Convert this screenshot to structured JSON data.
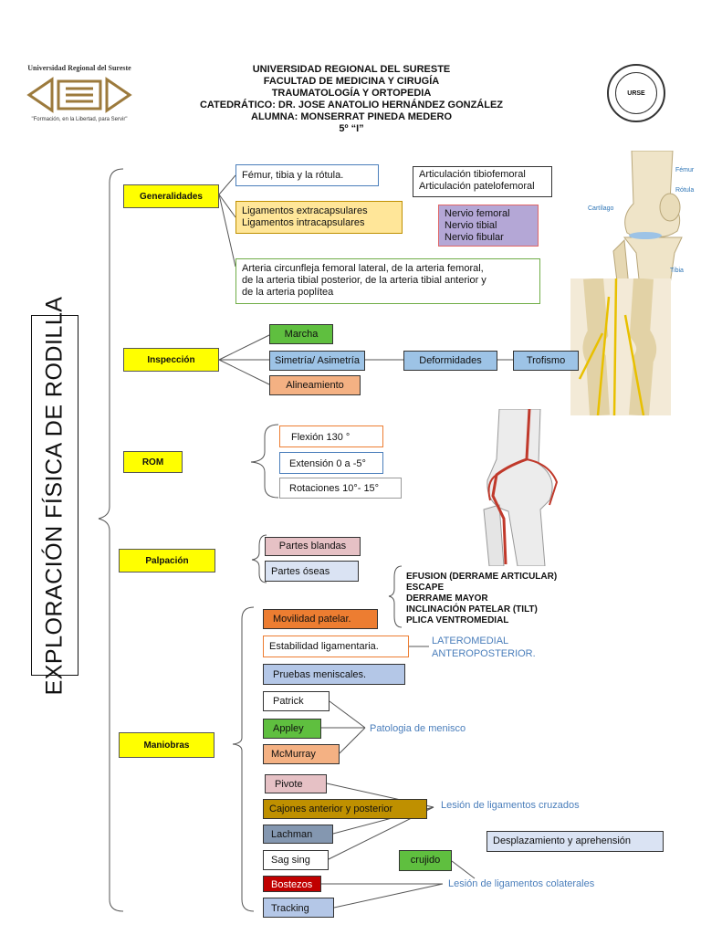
{
  "header": {
    "lines": [
      "UNIVERSIDAD REGIONAL DEL SURESTE",
      "FACULTAD DE MEDICINA Y CIRUGÍA",
      "TRAUMATOLOGÍA Y ORTOPEDIA",
      "CATEDRÁTICO: DR. JOSE ANATOLIO HERNÁNDEZ GONZÁLEZ",
      "ALUMNA: MONSERRAT PINEDA MEDERO",
      "5º “I”"
    ],
    "logo_left_name": "Universidad Regional del Sureste",
    "logo_left_motto": "\"Formación, en la Libertad, para Servir\"",
    "logo_right_text": "URSE"
  },
  "title": "EXPLORACIÓN FÍSICA DE RODILLA",
  "sections": {
    "generalidades": "Generalidades",
    "inspeccion": "Inspección",
    "rom": "ROM",
    "palpacion": "Palpación",
    "maniobras": "Maniobras"
  },
  "generalidades": {
    "bones": "Fémur, tibia y la rótula.",
    "joints": [
      "Articulación tibiofemoral",
      "Articulación patelofemoral"
    ],
    "ligaments": [
      "Ligamentos extracapsulares",
      "Ligamentos intracapsulares"
    ],
    "nerves": [
      "Nervio femoral",
      "Nervio tibial",
      "Nervio fibular"
    ],
    "arteries": [
      "Arteria circunfleja femoral lateral, de la arteria femoral,",
      "de la arteria tibial posterior, de la arteria tibial anterior y",
      "de la arteria poplítea"
    ]
  },
  "inspeccion": {
    "marcha": "Marcha",
    "simetria": "Simetría/ Asimetría",
    "deformidades": "Deformidades",
    "trofismo": "Trofismo",
    "alineamiento": "Alineamiento"
  },
  "rom": {
    "flexion": "Flexión 130 °",
    "extension": "Extensión 0 a -5°",
    "rotaciones": "Rotaciones 10°- 15°"
  },
  "palpacion": {
    "blandas": "Partes blandas",
    "oseas": "Partes óseas",
    "findings": [
      "EFUSION (DERRAME ARTICULAR)",
      "ESCAPE",
      "DERRAME MAYOR",
      "INCLINACIÓN PATELAR (TILT)",
      "PLICA VENTROMEDIAL"
    ]
  },
  "maniobras": {
    "movilidad": "Movilidad patelar.",
    "estabilidad": "Estabilidad ligamentaria.",
    "estabilidad_note": [
      "LATEROMEDIAL",
      "ANTEROPOSTERIOR."
    ],
    "meniscales": "Pruebas meniscales.",
    "patrick": "Patrick",
    "appley": "Appley",
    "mcmurray": "McMurray",
    "menisco_note": "Patologia de menisco",
    "pivote": "Pivote",
    "cajones": "Cajones anterior y posterior",
    "cruzados_note": "Lesión de ligamentos cruzados",
    "lachman": "Lachman",
    "sagsing": "Sag sing",
    "crujido": "crujido",
    "bostezos": "Bostezos",
    "colaterales_note": "Lesión de ligamentos colaterales",
    "tracking": "Tracking",
    "desplazamiento": "Desplazamiento y aprehensión"
  },
  "anatomy_labels": {
    "femur": "Fémur",
    "rotula": "Rótula",
    "cartilago": "Cartílago",
    "tibia": "Tibia"
  },
  "colors": {
    "yellow": "#ffff00",
    "green": "#5fbf3f",
    "blue": "#9dc3e6",
    "salmon": "#f4b183",
    "orange": "#ed7d31",
    "lilac": "#b4c7e7",
    "note_blue": "#4a7ebb"
  }
}
